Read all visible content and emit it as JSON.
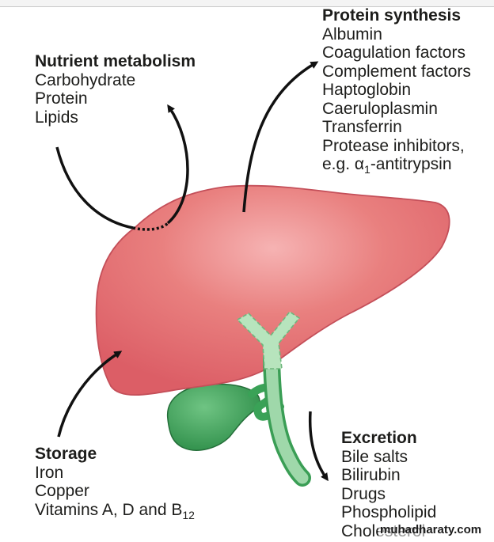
{
  "nutrient_metabolism": {
    "heading": "Nutrient metabolism",
    "items": [
      "Carbohydrate",
      "Protein",
      "Lipids"
    ]
  },
  "protein_synthesis": {
    "heading": "Protein synthesis",
    "items": [
      "Albumin",
      "Coagulation factors",
      "Complement factors",
      "Haptoglobin",
      "Caeruloplasmin",
      "Transferrin",
      "Protease inhibitors,"
    ],
    "last_item_prefix": "e.g. ",
    "alpha_symbol": "α",
    "alpha_subscript": "1",
    "last_item_suffix": "-antitrypsin"
  },
  "storage": {
    "heading": "Storage",
    "items": [
      "Iron",
      "Copper"
    ],
    "vitamins_text": "Vitamins A, D and B",
    "vitamins_subscript": "12"
  },
  "excretion": {
    "heading": "Excretion",
    "items": [
      "Bile salts",
      "Bilirubin",
      "Drugs",
      "Phospholipid",
      "Cholesterol"
    ]
  },
  "watermark": "muhadharaty.com",
  "colors": {
    "liver": "#e36f74",
    "liver_outline": "#c64e58",
    "gallbladder": "#3a9e55",
    "bile_duct": "#a9dcb0",
    "arrow": "#111111"
  }
}
